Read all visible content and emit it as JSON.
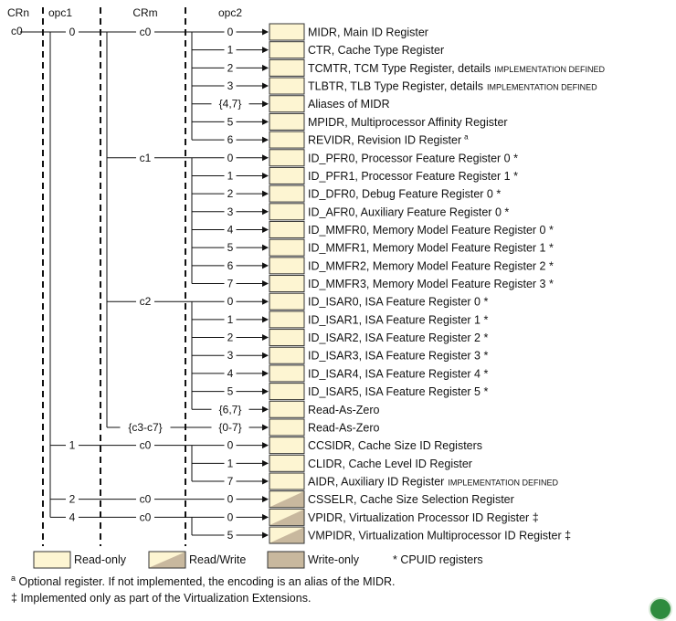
{
  "headers": {
    "crn": "CRn",
    "opc1": "opc1",
    "crm": "CRm",
    "opc2": "opc2"
  },
  "crn_value": "c0",
  "colors": {
    "read_only": "#fdf5d2",
    "write_only": "#c8b89e",
    "background": "#ffffff",
    "ink": "#111111"
  },
  "rows": [
    {
      "opc1": "0",
      "crm": "c0",
      "opc2": "0",
      "kind": "ro",
      "desc": "MIDR, Main ID Register"
    },
    {
      "opc2": "1",
      "kind": "ro",
      "desc": "CTR, Cache Type Register"
    },
    {
      "opc2": "2",
      "kind": "ro",
      "desc": "TCMTR, TCM Type Register, details",
      "desc_small": "IMPLEMENTATION DEFINED"
    },
    {
      "opc2": "3",
      "kind": "ro",
      "desc": "TLBTR, TLB Type Register, details",
      "desc_small": "IMPLEMENTATION DEFINED"
    },
    {
      "opc2": "{4,7}",
      "kind": "ro",
      "desc": "Aliases of MIDR"
    },
    {
      "opc2": "5",
      "kind": "ro",
      "desc": "MPIDR, Multiprocessor Affinity Register"
    },
    {
      "opc2": "6",
      "kind": "ro",
      "desc": "REVIDR, Revision ID Register",
      "desc_sup": "a"
    },
    {
      "crm": "c1",
      "opc2": "0",
      "kind": "ro",
      "desc": "ID_PFR0, Processor Feature Register 0 *"
    },
    {
      "opc2": "1",
      "kind": "ro",
      "desc": "ID_PFR1, Processor Feature Register 1 *"
    },
    {
      "opc2": "2",
      "kind": "ro",
      "desc": "ID_DFR0, Debug Feature Register 0 *"
    },
    {
      "opc2": "3",
      "kind": "ro",
      "desc": "ID_AFR0, Auxiliary Feature Register 0 *"
    },
    {
      "opc2": "4",
      "kind": "ro",
      "desc": "ID_MMFR0, Memory Model Feature Register 0 *"
    },
    {
      "opc2": "5",
      "kind": "ro",
      "desc": "ID_MMFR1, Memory Model Feature Register 1 *"
    },
    {
      "opc2": "6",
      "kind": "ro",
      "desc": "ID_MMFR2, Memory Model Feature Register 2 *"
    },
    {
      "opc2": "7",
      "kind": "ro",
      "desc": "ID_MMFR3, Memory Model Feature Register 3 *"
    },
    {
      "crm": "c2",
      "opc2": "0",
      "kind": "ro",
      "desc": "ID_ISAR0, ISA Feature Register 0 *"
    },
    {
      "opc2": "1",
      "kind": "ro",
      "desc": "ID_ISAR1, ISA Feature Register 1 *"
    },
    {
      "opc2": "2",
      "kind": "ro",
      "desc": "ID_ISAR2, ISA Feature Register 2 *"
    },
    {
      "opc2": "3",
      "kind": "ro",
      "desc": "ID_ISAR3, ISA Feature Register 3 *"
    },
    {
      "opc2": "4",
      "kind": "ro",
      "desc": "ID_ISAR4, ISA Feature Register 4 *"
    },
    {
      "opc2": "5",
      "kind": "ro",
      "desc": "ID_ISAR5, ISA Feature Register 5 *"
    },
    {
      "opc2": "{6,7}",
      "kind": "ro",
      "desc": "Read-As-Zero"
    },
    {
      "crm": "{c3-c7}",
      "opc2": "{0-7}",
      "kind": "ro",
      "desc": "Read-As-Zero"
    },
    {
      "opc1": "1",
      "crm": "c0",
      "opc2": "0",
      "kind": "ro",
      "desc": "CCSIDR, Cache Size ID Registers"
    },
    {
      "opc2": "1",
      "kind": "ro",
      "desc": "CLIDR, Cache Level ID Register"
    },
    {
      "opc2": "7",
      "kind": "ro",
      "desc": "AIDR, Auxiliary ID Register",
      "desc_small": "IMPLEMENTATION DEFINED"
    },
    {
      "opc1": "2",
      "crm": "c0",
      "opc2": "0",
      "kind": "rw",
      "desc": "CSSELR, Cache Size Selection Register"
    },
    {
      "opc1": "4",
      "crm": "c0",
      "opc2": "0",
      "kind": "rw",
      "desc": "VPIDR, Virtualization Processor ID Register ‡"
    },
    {
      "opc2": "5",
      "kind": "rw",
      "desc": "VMPIDR, Virtualization Multiprocessor ID Register ‡"
    }
  ],
  "legend": {
    "read_only": "Read-only",
    "read_write": "Read/Write",
    "write_only": "Write-only",
    "cpuid": "* CPUID registers"
  },
  "footnotes": [
    {
      "mark": "a",
      "text": "Optional register. If not implemented, the encoding is an alias of the MIDR."
    },
    {
      "mark": "‡",
      "text": "Implemented only as part of the Virtualization Extensions."
    }
  ]
}
